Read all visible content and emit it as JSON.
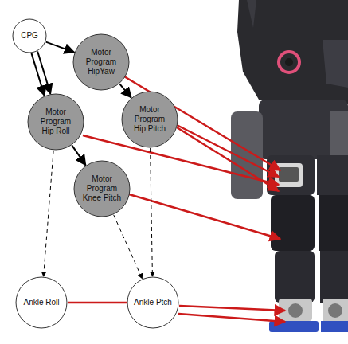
{
  "diagram": {
    "nodes": [
      {
        "text": [
          "CPG"
        ]
      },
      {
        "text": [
          "Motor Program HipYaw"
        ]
      },
      {
        "text": [
          "Motor Program Hip Roll"
        ]
      },
      {
        "text": [
          "Motor Program Hip Pitch"
        ]
      },
      {
        "text": [
          "Motor Program Knee Pitch"
        ]
      },
      {
        "text": [
          "Ankle Roll"
        ]
      },
      {
        "text": [
          "Ankle Ptch"
        ]
      }
    ],
    "edges": [
      {
        "from": 0,
        "to": 1,
        "arrow": "to"
      },
      {
        "from": 0,
        "to": 2,
        "arrow": "to"
      },
      {
        "from": 0,
        "to": 2,
        "arrow": "to"
      },
      {
        "from": 1,
        "to": 3,
        "arrow": "to"
      },
      {
        "from": 2,
        "to": 4,
        "arrow": "to"
      },
      {
        "from": 2,
        "to": 5,
        "arrow": "to"
      },
      {
        "from": 3,
        "to": 6,
        "arrow": "to"
      },
      {
        "from": 4,
        "to": 6,
        "arrow": "to"
      },
      {
        "from": 5,
        "to": 6,
        "arrow": "none"
      }
    ]
  }
}
